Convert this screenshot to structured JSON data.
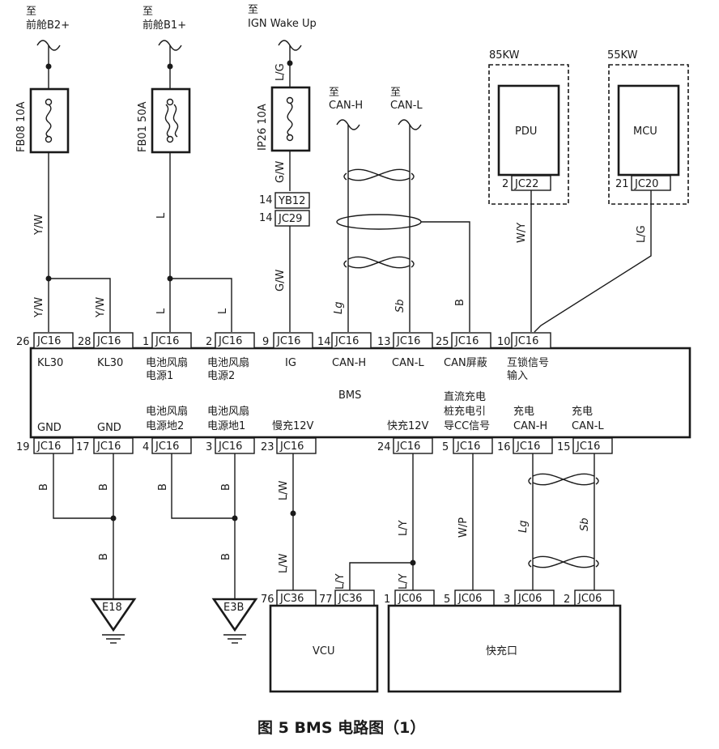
{
  "sources": {
    "b2": {
      "to": "至",
      "name": "前舱B2+"
    },
    "b1": {
      "to": "至",
      "name": "前舱B1+"
    },
    "ign": {
      "to": "至",
      "name": "IGN  Wake  Up"
    },
    "canh": {
      "to": "至",
      "name": "CAN-H"
    },
    "canl": {
      "to": "至",
      "name": "CAN-L"
    }
  },
  "fuses": {
    "fb08": "FB08 10A",
    "fb01": "FB01 50A",
    "ip26": "IP26 10A"
  },
  "wires": {
    "yw": "Y/W",
    "l": "L",
    "lg_ign": "L/G",
    "gw": "G/W",
    "lg": "Lg",
    "sb": "Sb",
    "b": "B",
    "wy": "W/Y",
    "lg_mcu": "L/G",
    "lw": "L/W",
    "ly": "L/Y",
    "wp": "W/P"
  },
  "inline_connectors": {
    "yb12": {
      "pin": "14",
      "name": "YB12"
    },
    "jc29": {
      "pin": "14",
      "name": "JC29"
    }
  },
  "modules": {
    "pdu": {
      "power": "85KW",
      "name": "PDU",
      "pin": "2",
      "conn": "JC22"
    },
    "mcu": {
      "power": "55KW",
      "name": "MCU",
      "pin": "21",
      "conn": "JC20"
    }
  },
  "bms": {
    "name": "BMS",
    "top_pins": [
      {
        "pin": "26",
        "conn": "JC16",
        "label": "KL30"
      },
      {
        "pin": "28",
        "conn": "JC16",
        "label": "KL30"
      },
      {
        "pin": "1",
        "conn": "JC16",
        "label": "电池风扇\n电源1"
      },
      {
        "pin": "2",
        "conn": "JC16",
        "label": "电池风扇\n电源2"
      },
      {
        "pin": "9",
        "conn": "JC16",
        "label": "IG"
      },
      {
        "pin": "14",
        "conn": "JC16",
        "label": "CAN-H"
      },
      {
        "pin": "13",
        "conn": "JC16",
        "label": "CAN-L"
      },
      {
        "pin": "25",
        "conn": "JC16",
        "label": "CAN屏蔽"
      },
      {
        "pin": "10",
        "conn": "JC16",
        "label": "互锁信号\n输入"
      }
    ],
    "bottom_pins": [
      {
        "pin": "19",
        "conn": "JC16",
        "label": "GND"
      },
      {
        "pin": "17",
        "conn": "JC16",
        "label": "GND"
      },
      {
        "pin": "4",
        "conn": "JC16",
        "label": "电池风扇\n电源地2"
      },
      {
        "pin": "3",
        "conn": "JC16",
        "label": "电池风扇\n电源地1"
      },
      {
        "pin": "23",
        "conn": "JC16",
        "label": "慢充12V"
      },
      {
        "pin": "24",
        "conn": "JC16",
        "label": "快充12V"
      },
      {
        "pin": "5",
        "conn": "JC16",
        "label": "直流充电\n桩充电引\n导CC信号"
      },
      {
        "pin": "16",
        "conn": "JC16",
        "label": "充电\nCAN-H"
      },
      {
        "pin": "15",
        "conn": "JC16",
        "label": "充电\nCAN-L"
      }
    ]
  },
  "grounds": {
    "e18": "E18",
    "e3b": "E3B"
  },
  "vcu": {
    "name": "VCU",
    "pins": [
      {
        "pin": "76",
        "conn": "JC36"
      },
      {
        "pin": "77",
        "conn": "JC36"
      }
    ]
  },
  "fastcharge": {
    "name": "快充口",
    "pins": [
      {
        "pin": "1",
        "conn": "JC06"
      },
      {
        "pin": "5",
        "conn": "JC06"
      },
      {
        "pin": "3",
        "conn": "JC06"
      },
      {
        "pin": "2",
        "conn": "JC06"
      }
    ]
  },
  "caption": "图 5  BMS 电路图（1）"
}
